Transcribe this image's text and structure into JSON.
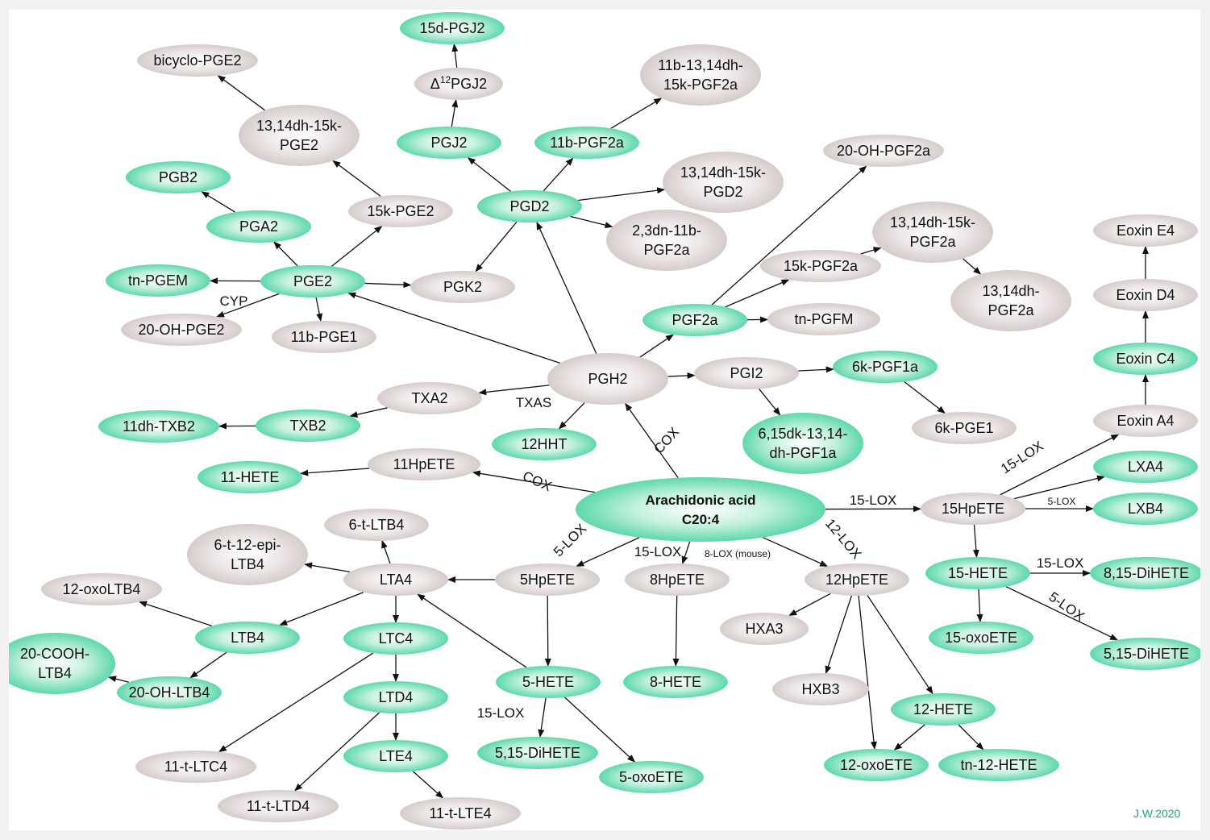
{
  "colors": {
    "green": "#1ec98a",
    "grey": "#cdc2c2",
    "edge": "#111111",
    "credit": "#1aa86a"
  },
  "nodes": {
    "AA": {
      "lines": [
        "Arachidonic acid",
        "C20:4"
      ],
      "color": "green"
    },
    "PGH2": {
      "lines": [
        "PGH2"
      ],
      "color": "grey"
    },
    "PGD2": {
      "lines": [
        "PGD2"
      ],
      "color": "green"
    },
    "PGJ2": {
      "lines": [
        "PGJ2"
      ],
      "color": "green"
    },
    "D12PGJ2": {
      "lines": [
        "Δ12PGJ2"
      ],
      "color": "grey"
    },
    "PGJ2_15d": {
      "lines": [
        "15d-PGJ2"
      ],
      "color": "green"
    },
    "PGF2a11b": {
      "lines": [
        "11b-PGF2a"
      ],
      "color": "green"
    },
    "PGF2a11b_met": {
      "lines": [
        "11b-13,14dh-",
        "15k-PGF2a"
      ],
      "color": "grey"
    },
    "PGD2_met": {
      "lines": [
        "13,14dh-15k-",
        "PGD2"
      ],
      "color": "grey"
    },
    "PGF2a_23dn": {
      "lines": [
        "2,3dn-11b-",
        "PGF2a"
      ],
      "color": "grey"
    },
    "PGK2": {
      "lines": [
        "PGK2"
      ],
      "color": "grey"
    },
    "PGE2": {
      "lines": [
        "PGE2"
      ],
      "color": "green"
    },
    "PGE2_15k": {
      "lines": [
        "15k-PGE2"
      ],
      "color": "grey"
    },
    "PGE2_dhk": {
      "lines": [
        "13,14dh-15k-",
        "PGE2"
      ],
      "color": "grey"
    },
    "bicycloPGE2": {
      "lines": [
        "bicyclo-PGE2"
      ],
      "color": "grey"
    },
    "PGA2": {
      "lines": [
        "PGA2"
      ],
      "color": "green"
    },
    "PGB2": {
      "lines": [
        "PGB2"
      ],
      "color": "green"
    },
    "tnPGEM": {
      "lines": [
        "tn-PGEM"
      ],
      "color": "green"
    },
    "OHPGE2": {
      "lines": [
        "20-OH-PGE2"
      ],
      "color": "grey"
    },
    "PGE1_11b": {
      "lines": [
        "11b-PGE1"
      ],
      "color": "grey"
    },
    "PGF2a": {
      "lines": [
        "PGF2a"
      ],
      "color": "green"
    },
    "OHPGF2a": {
      "lines": [
        "20-OH-PGF2a"
      ],
      "color": "grey"
    },
    "PGF2a_15k": {
      "lines": [
        "15k-PGF2a"
      ],
      "color": "grey"
    },
    "PGF2a_dhk": {
      "lines": [
        "13,14dh-15k-",
        "PGF2a"
      ],
      "color": "grey"
    },
    "PGF2a_dh": {
      "lines": [
        "13,14dh-",
        "PGF2a"
      ],
      "color": "grey"
    },
    "tnPGFM": {
      "lines": [
        "tn-PGFM"
      ],
      "color": "grey"
    },
    "PGI2": {
      "lines": [
        "PGI2"
      ],
      "color": "grey"
    },
    "PGF1a6k": {
      "lines": [
        "6k-PGF1a"
      ],
      "color": "green"
    },
    "PGE1_6k": {
      "lines": [
        "6k-PGE1"
      ],
      "color": "grey"
    },
    "PGF1a_dk": {
      "lines": [
        "6,15dk-13,14-",
        "dh-PGF1a"
      ],
      "color": "green"
    },
    "TXA2": {
      "lines": [
        "TXA2"
      ],
      "color": "grey"
    },
    "TXB2": {
      "lines": [
        "TXB2"
      ],
      "color": "green"
    },
    "TXB2_11dh": {
      "lines": [
        "11dh-TXB2"
      ],
      "color": "green"
    },
    "HHT12": {
      "lines": [
        "12HHT"
      ],
      "color": "green"
    },
    "HpETE11": {
      "lines": [
        "11HpETE"
      ],
      "color": "grey"
    },
    "HETE11": {
      "lines": [
        "11-HETE"
      ],
      "color": "green"
    },
    "HpETE5": {
      "lines": [
        "5HpETE"
      ],
      "color": "grey"
    },
    "HETE5": {
      "lines": [
        "5-HETE"
      ],
      "color": "green"
    },
    "DiHETE515a": {
      "lines": [
        "5,15-DiHETE"
      ],
      "color": "green"
    },
    "oxoETE5": {
      "lines": [
        "5-oxoETE"
      ],
      "color": "green"
    },
    "LTA4": {
      "lines": [
        "LTA4"
      ],
      "color": "grey"
    },
    "tLTB4_6": {
      "lines": [
        "6-t-LTB4"
      ],
      "color": "grey"
    },
    "tLTB4_epi": {
      "lines": [
        "6-t-12-epi-",
        "LTB4"
      ],
      "color": "grey"
    },
    "LTB4": {
      "lines": [
        "LTB4"
      ],
      "color": "green"
    },
    "oxoLTB4": {
      "lines": [
        "12-oxoLTB4"
      ],
      "color": "grey"
    },
    "COOHLTB4": {
      "lines": [
        "20-COOH-",
        "LTB4"
      ],
      "color": "green"
    },
    "OHLTB4": {
      "lines": [
        "20-OH-LTB4"
      ],
      "color": "green"
    },
    "LTC4": {
      "lines": [
        "LTC4"
      ],
      "color": "green"
    },
    "LTD4": {
      "lines": [
        "LTD4"
      ],
      "color": "green"
    },
    "LTE4": {
      "lines": [
        "LTE4"
      ],
      "color": "green"
    },
    "tLTC4": {
      "lines": [
        "11-t-LTC4"
      ],
      "color": "grey"
    },
    "tLTD4": {
      "lines": [
        "11-t-LTD4"
      ],
      "color": "grey"
    },
    "tLTE4": {
      "lines": [
        "11-t-LTE4"
      ],
      "color": "grey"
    },
    "HpETE8": {
      "lines": [
        "8HpETE"
      ],
      "color": "grey"
    },
    "HETE8": {
      "lines": [
        "8-HETE"
      ],
      "color": "green"
    },
    "HpETE12": {
      "lines": [
        "12HpETE"
      ],
      "color": "grey"
    },
    "HXA3": {
      "lines": [
        "HXA3"
      ],
      "color": "grey"
    },
    "HXB3": {
      "lines": [
        "HXB3"
      ],
      "color": "grey"
    },
    "HETE12": {
      "lines": [
        "12-HETE"
      ],
      "color": "green"
    },
    "oxoETE12": {
      "lines": [
        "12-oxoETE"
      ],
      "color": "green"
    },
    "tnHETE12": {
      "lines": [
        "tn-12-HETE"
      ],
      "color": "green"
    },
    "HpETE15": {
      "lines": [
        "15HpETE"
      ],
      "color": "grey"
    },
    "HETE15": {
      "lines": [
        "15-HETE"
      ],
      "color": "green"
    },
    "oxoETE15": {
      "lines": [
        "15-oxoETE"
      ],
      "color": "green"
    },
    "DiHETE815": {
      "lines": [
        "8,15-DiHETE"
      ],
      "color": "green"
    },
    "DiHETE515b": {
      "lines": [
        "5,15-DiHETE"
      ],
      "color": "green"
    },
    "LXA4": {
      "lines": [
        "LXA4"
      ],
      "color": "green"
    },
    "LXB4": {
      "lines": [
        "LXB4"
      ],
      "color": "green"
    },
    "EoxinA4": {
      "lines": [
        "Eoxin A4"
      ],
      "color": "grey"
    },
    "EoxinC4": {
      "lines": [
        "Eoxin C4"
      ],
      "color": "green"
    },
    "EoxinD4": {
      "lines": [
        "Eoxin D4"
      ],
      "color": "grey"
    },
    "EoxinE4": {
      "lines": [
        "Eoxin E4"
      ],
      "color": "grey"
    }
  },
  "edges": [
    {
      "from": "AA",
      "to": "PGH2",
      "label": "COX"
    },
    {
      "from": "AA",
      "to": "HpETE11",
      "label": "COX"
    },
    {
      "from": "AA",
      "to": "HpETE5",
      "label": "5-LOX"
    },
    {
      "from": "AA",
      "to": "HpETE8",
      "label": "15-LOX"
    },
    {
      "from": "AA",
      "to": "HpETE12",
      "label": "12-LOX"
    },
    {
      "from": "AA",
      "to": "HpETE15",
      "label": "15-LOX"
    },
    {
      "from": "PGH2",
      "to": "PGD2"
    },
    {
      "from": "PGH2",
      "to": "PGE2"
    },
    {
      "from": "PGH2",
      "to": "PGF2a"
    },
    {
      "from": "PGH2",
      "to": "PGI2"
    },
    {
      "from": "PGH2",
      "to": "TXA2",
      "label": "TXAS"
    },
    {
      "from": "PGH2",
      "to": "HHT12"
    },
    {
      "from": "PGD2",
      "to": "PGJ2"
    },
    {
      "from": "PGJ2",
      "to": "D12PGJ2"
    },
    {
      "from": "D12PGJ2",
      "to": "PGJ2_15d"
    },
    {
      "from": "PGD2",
      "to": "PGF2a11b"
    },
    {
      "from": "PGF2a11b",
      "to": "PGF2a11b_met"
    },
    {
      "from": "PGD2",
      "to": "PGD2_met"
    },
    {
      "from": "PGD2",
      "to": "PGF2a_23dn"
    },
    {
      "from": "PGD2",
      "to": "PGK2"
    },
    {
      "from": "PGE2",
      "to": "PGK2"
    },
    {
      "from": "PGE2",
      "to": "PGE2_15k"
    },
    {
      "from": "PGE2_15k",
      "to": "PGE2_dhk"
    },
    {
      "from": "PGE2_dhk",
      "to": "bicycloPGE2"
    },
    {
      "from": "PGE2",
      "to": "PGA2"
    },
    {
      "from": "PGA2",
      "to": "PGB2"
    },
    {
      "from": "PGE2",
      "to": "tnPGEM"
    },
    {
      "from": "PGE2",
      "to": "OHPGE2",
      "label": "CYP"
    },
    {
      "from": "PGE2",
      "to": "PGE1_11b"
    },
    {
      "from": "PGF2a",
      "to": "OHPGF2a"
    },
    {
      "from": "PGF2a",
      "to": "PGF2a_15k"
    },
    {
      "from": "PGF2a_15k",
      "to": "PGF2a_dhk"
    },
    {
      "from": "PGF2a_dhk",
      "to": "PGF2a_dh"
    },
    {
      "from": "PGF2a",
      "to": "tnPGFM"
    },
    {
      "from": "PGI2",
      "to": "PGF1a6k"
    },
    {
      "from": "PGF1a6k",
      "to": "PGE1_6k"
    },
    {
      "from": "PGI2",
      "to": "PGF1a_dk"
    },
    {
      "from": "TXA2",
      "to": "TXB2"
    },
    {
      "from": "TXB2",
      "to": "TXB2_11dh"
    },
    {
      "from": "HpETE11",
      "to": "HETE11"
    },
    {
      "from": "HpETE5",
      "to": "LTA4"
    },
    {
      "from": "HpETE5",
      "to": "HETE5"
    },
    {
      "from": "HETE5",
      "to": "DiHETE515a",
      "label": "15-LOX"
    },
    {
      "from": "HETE5",
      "to": "oxoETE5"
    },
    {
      "from": "HETE5",
      "to": "LTA4"
    },
    {
      "from": "LTA4",
      "to": "tLTB4_6"
    },
    {
      "from": "LTA4",
      "to": "tLTB4_epi"
    },
    {
      "from": "LTA4",
      "to": "LTB4"
    },
    {
      "from": "LTA4",
      "to": "LTC4"
    },
    {
      "from": "LTB4",
      "to": "oxoLTB4"
    },
    {
      "from": "LTB4",
      "to": "OHLTB4"
    },
    {
      "from": "OHLTB4",
      "to": "COOHLTB4"
    },
    {
      "from": "LTC4",
      "to": "LTD4"
    },
    {
      "from": "LTD4",
      "to": "LTE4"
    },
    {
      "from": "LTC4",
      "to": "tLTC4"
    },
    {
      "from": "LTD4",
      "to": "tLTD4"
    },
    {
      "from": "LTE4",
      "to": "tLTE4"
    },
    {
      "from": "HpETE8",
      "to": "HETE8"
    },
    {
      "from": "HpETE12",
      "to": "HXA3"
    },
    {
      "from": "HpETE12",
      "to": "HXB3"
    },
    {
      "from": "HpETE12",
      "to": "HETE12"
    },
    {
      "from": "HpETE12",
      "to": "oxoETE12"
    },
    {
      "from": "HETE12",
      "to": "oxoETE12"
    },
    {
      "from": "HETE12",
      "to": "tnHETE12"
    },
    {
      "from": "HpETE15",
      "to": "HETE15"
    },
    {
      "from": "HpETE15",
      "to": "EoxinA4",
      "label": "15-LOX"
    },
    {
      "from": "HpETE15",
      "to": "LXA4"
    },
    {
      "from": "HpETE15",
      "to": "LXB4",
      "label": "5-LOX"
    },
    {
      "from": "HETE15",
      "to": "oxoETE15"
    },
    {
      "from": "HETE15",
      "to": "DiHETE815",
      "label": "15-LOX"
    },
    {
      "from": "HETE15",
      "to": "DiHETE515b",
      "label": "5-LOX"
    },
    {
      "from": "EoxinA4",
      "to": "EoxinC4"
    },
    {
      "from": "EoxinC4",
      "to": "EoxinD4"
    },
    {
      "from": "EoxinD4",
      "to": "EoxinE4"
    }
  ],
  "annotations": {
    "mouse_8lox": "8-LOX (mouse)"
  },
  "credit": "J.W.2020"
}
